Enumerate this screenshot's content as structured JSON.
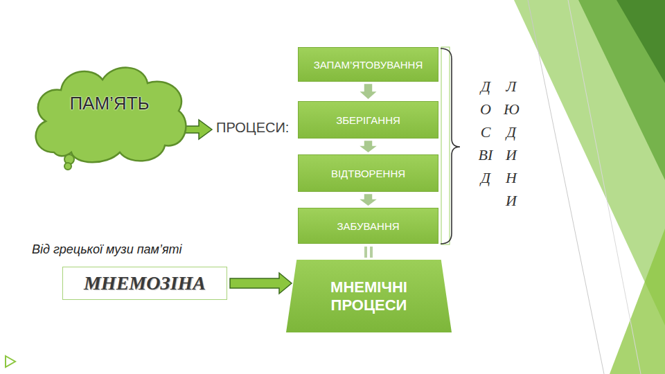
{
  "diagram": {
    "nodes": [
      {
        "text": [
          "ПАМ’ЯТЬ"
        ]
      },
      {
        "text": [
          "ЗАПАМ’ЯТОВУВАННЯ"
        ]
      },
      {
        "text": [
          "ЗБЕРІГАННЯ"
        ]
      },
      {
        "text": [
          "ВІДТВОРЕННЯ"
        ]
      },
      {
        "text": [
          "ЗАБУВАННЯ"
        ]
      },
      {
        "text": [
          "МНЕМОЗІНА"
        ]
      },
      {
        "text": [
          "МНЕМІЧНІ ПРОЦЕСИ"
        ]
      }
    ],
    "edges": [
      {
        "from": 1,
        "to": 2,
        "arrow": "to"
      },
      {
        "from": 2,
        "to": 3,
        "arrow": "to"
      },
      {
        "from": 3,
        "to": 4,
        "arrow": "to"
      },
      {
        "from": 5,
        "to": 6,
        "arrow": "to"
      }
    ],
    "labels": [
      "ПРОЦЕСИ:",
      "Від грецької музи пам’яті",
      "ДОСВІД",
      "ЛЮДИНИ"
    ]
  }
}
